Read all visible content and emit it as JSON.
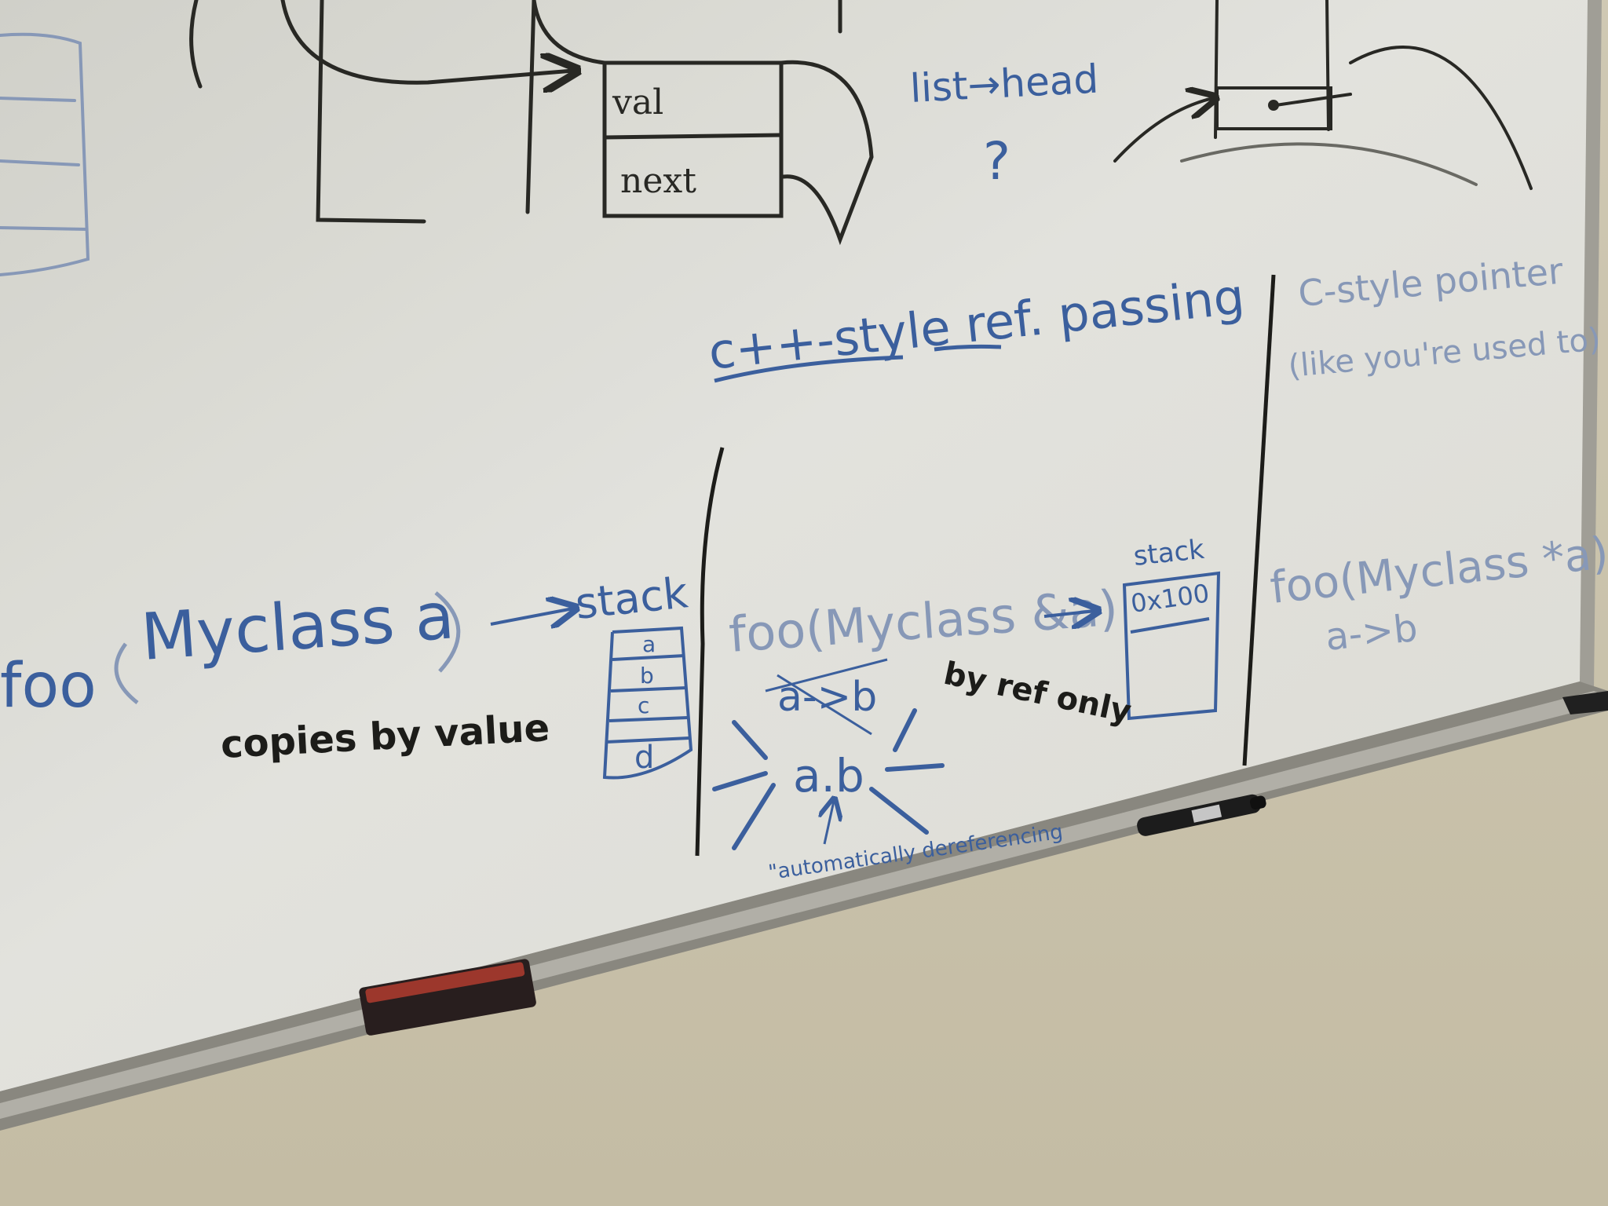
{
  "colors": {
    "black_marker": "#2a2a26",
    "blue_marker": "#3e63a4",
    "faint_blue_marker": "#8d9fbf",
    "board": "#ecebe4",
    "wall": "#d6ceb8",
    "tray": "#9c9a92"
  },
  "top_section": {
    "node_val_label": "val",
    "node_next_label": "next",
    "question_text": "list→head",
    "question_mark": "?"
  },
  "left_section": {
    "function_prefix": "foo",
    "param_text": "Myclass a",
    "stack_label": "stack",
    "stack_cells": [
      "a",
      "b",
      "c",
      "d"
    ],
    "caption": "copies by value"
  },
  "middle_section": {
    "heading": "c++-style ref. passing",
    "function_text": "foo(Myclass &a)",
    "stack_label": "stack",
    "stack_cell": "0x100",
    "crossed_expr": "a->b",
    "access_expr": "a.b",
    "note_by_ref": "by ref only",
    "note_deref": "\"automatically dereferencing"
  },
  "right_section": {
    "heading_line1": "C-style pointer",
    "heading_line2": "(like you're used to)",
    "function_text": "foo(Myclass *a)",
    "access_expr": "a->b"
  },
  "tray_items": {
    "marker_icon": "marker-icon",
    "eraser_icon": "eraser-icon"
  }
}
